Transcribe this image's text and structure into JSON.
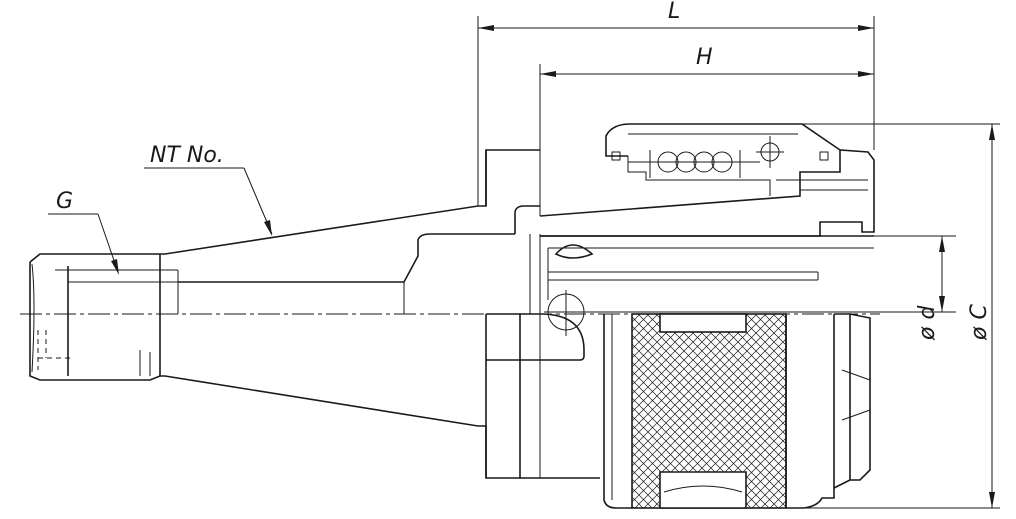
{
  "labels": {
    "L": "L",
    "H": "H",
    "nt_no": "NT No.",
    "g": "G",
    "phi_d": "ø d",
    "phi_c": "ø C"
  }
}
